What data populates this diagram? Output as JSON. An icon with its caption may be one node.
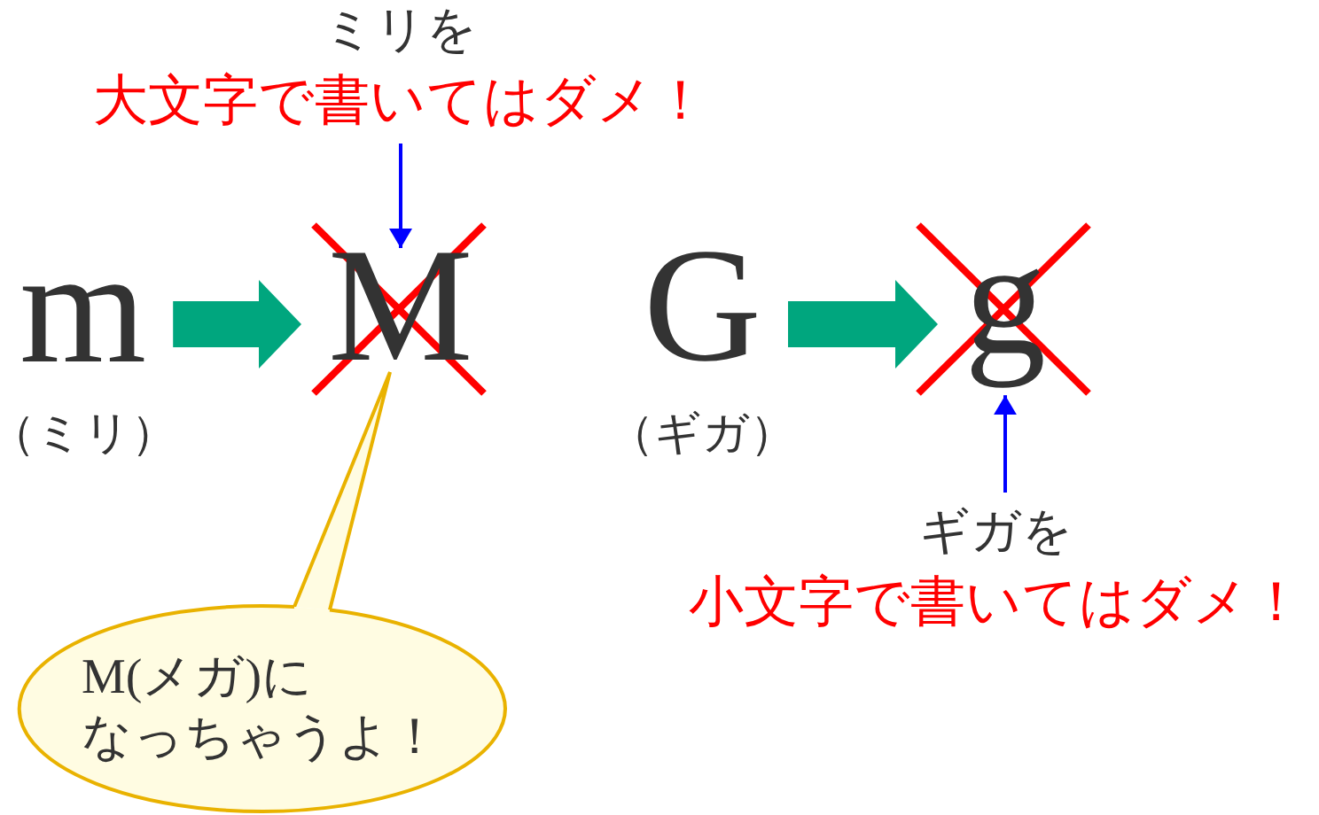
{
  "diagram": {
    "nodes": [
      {
        "text": [
          "ミリを",
          "大文字で書いてはダメ！"
        ]
      },
      {
        "text": [
          "m"
        ],
        "beside": [
          "（ミリ）"
        ]
      },
      {
        "text": [
          "M"
        ]
      },
      {
        "text": [
          "G"
        ],
        "beside": [
          "（ギガ）"
        ]
      },
      {
        "text": [
          "g"
        ]
      },
      {
        "text": [
          "ギガを",
          "小文字で書いてはダメ！"
        ]
      },
      {
        "text": [
          "M(メガ)になっちゃうよ！"
        ]
      }
    ],
    "edges": [
      {
        "from": 1,
        "to": 2,
        "arrow": "to",
        "style": "thick",
        "color": "#00a67e"
      },
      {
        "from": 3,
        "to": 4,
        "arrow": "to",
        "style": "thick",
        "color": "#00a67e"
      },
      {
        "from": 0,
        "to": 2,
        "arrow": "to",
        "color": "#0000ff"
      },
      {
        "from": 5,
        "to": 4,
        "arrow": "to",
        "color": "#0000ff"
      }
    ]
  }
}
